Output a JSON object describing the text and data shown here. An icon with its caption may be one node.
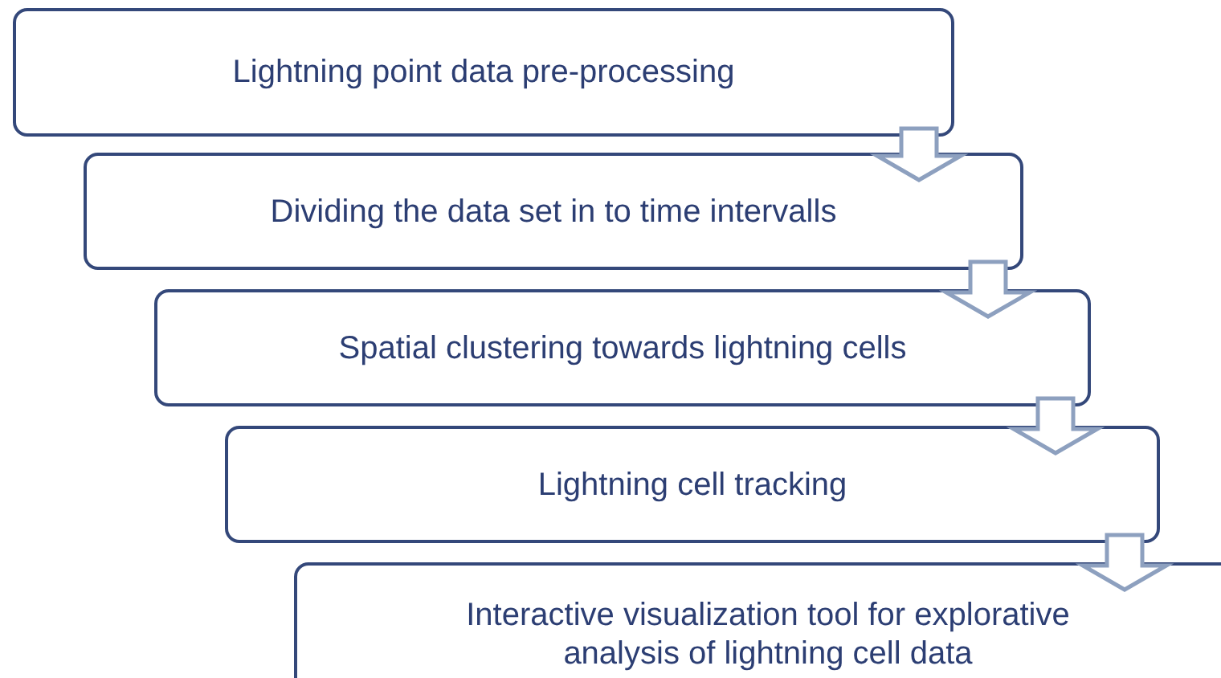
{
  "diagram": {
    "nodes": [
      {
        "text": [
          "Lightning point data pre-processing"
        ]
      },
      {
        "text": [
          "Dividing the data set in to time intervalls"
        ]
      },
      {
        "text": [
          "Spatial clustering towards lightning cells"
        ]
      },
      {
        "text": [
          "Lightning cell tracking"
        ]
      },
      {
        "text": [
          "Interactive visualization tool for explorative analysis of lightning cell data"
        ]
      }
    ],
    "edges": [
      {
        "from": 0,
        "to": 1,
        "arrow": "to"
      },
      {
        "from": 1,
        "to": 2,
        "arrow": "to"
      },
      {
        "from": 2,
        "to": 3,
        "arrow": "to"
      },
      {
        "from": 3,
        "to": 4,
        "arrow": "to"
      }
    ]
  }
}
